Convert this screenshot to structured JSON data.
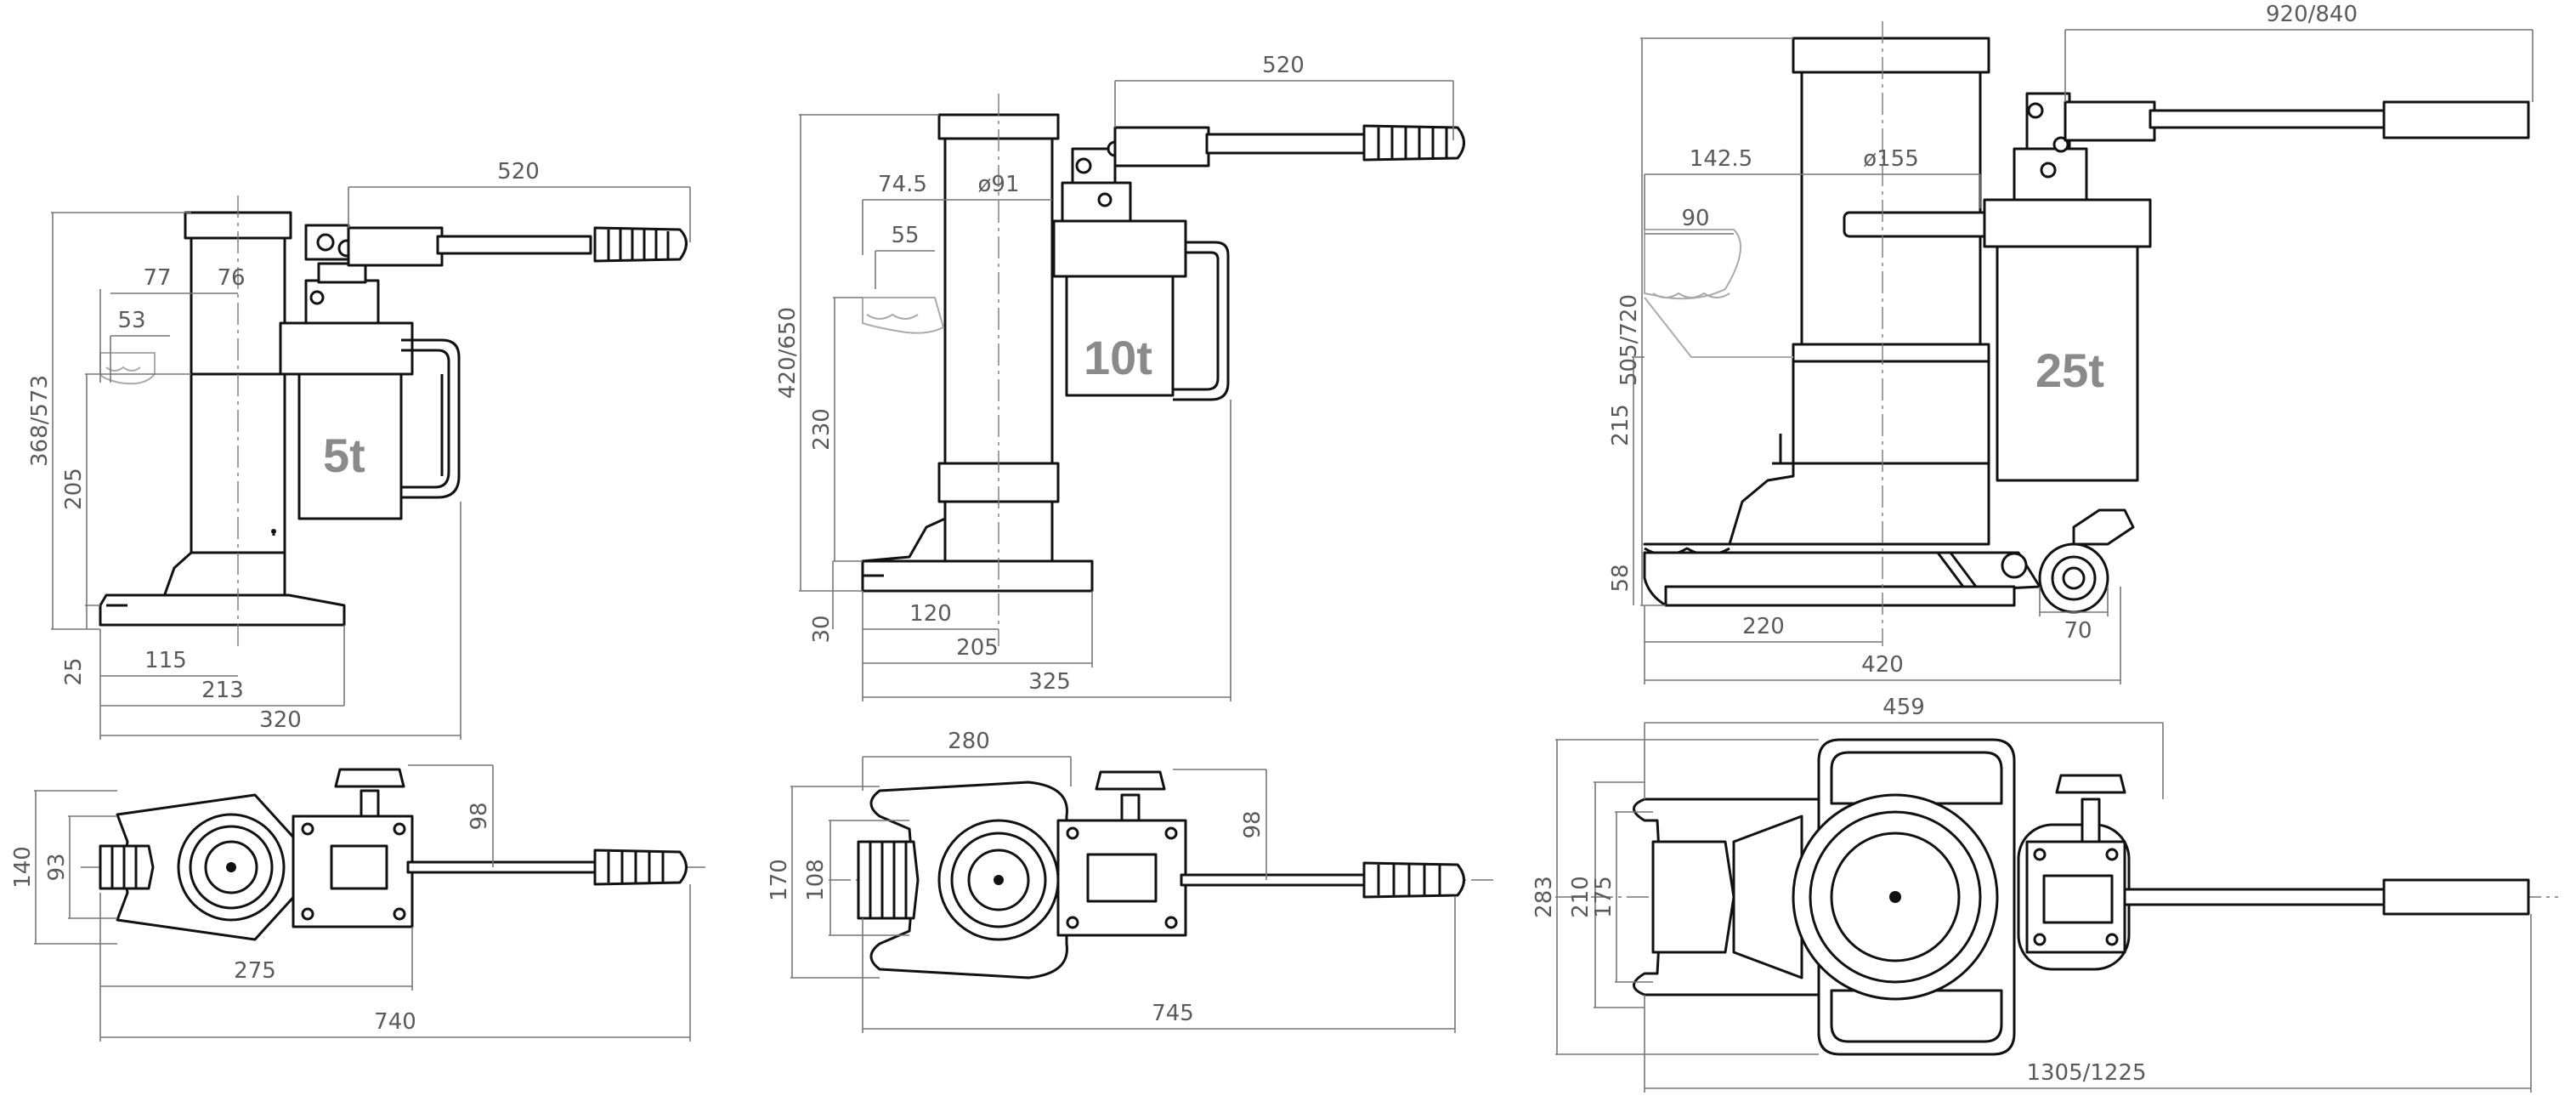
{
  "jacks": [
    {
      "capacity": "5t",
      "side_dims": {
        "height": "368/573",
        "lift": "205",
        "foot": "25",
        "handle": "520",
        "offset_a": "77",
        "offset_b": "76",
        "toe": "53",
        "toe_len": "115",
        "base_len": "213",
        "total_len": "320"
      },
      "top_dims": {
        "width": "140",
        "toe_w": "93",
        "valve": "98",
        "base_len": "275",
        "total_len": "740"
      }
    },
    {
      "capacity": "10t",
      "side_dims": {
        "height": "420/650",
        "lift": "230",
        "foot": "30",
        "handle": "520",
        "offset": "74.5",
        "diameter": "ø91",
        "toe": "55",
        "toe_len": "120",
        "base_len": "205",
        "total_len": "325"
      },
      "top_dims": {
        "width": "280",
        "outer_w": "170",
        "toe_w": "108",
        "valve": "98",
        "total_len": "745"
      }
    },
    {
      "capacity": "25t",
      "side_dims": {
        "height": "505/720",
        "lift": "215",
        "foot": "58",
        "handle": "920/840",
        "offset": "142.5",
        "diameter": "ø155",
        "toe": "90",
        "toe_len": "220",
        "wheel": "70",
        "total_len": "420"
      },
      "top_dims": {
        "width": "459",
        "outer_w": "283",
        "mid_w": "210",
        "toe_w": "175",
        "total_len": "1305/1225"
      }
    }
  ]
}
